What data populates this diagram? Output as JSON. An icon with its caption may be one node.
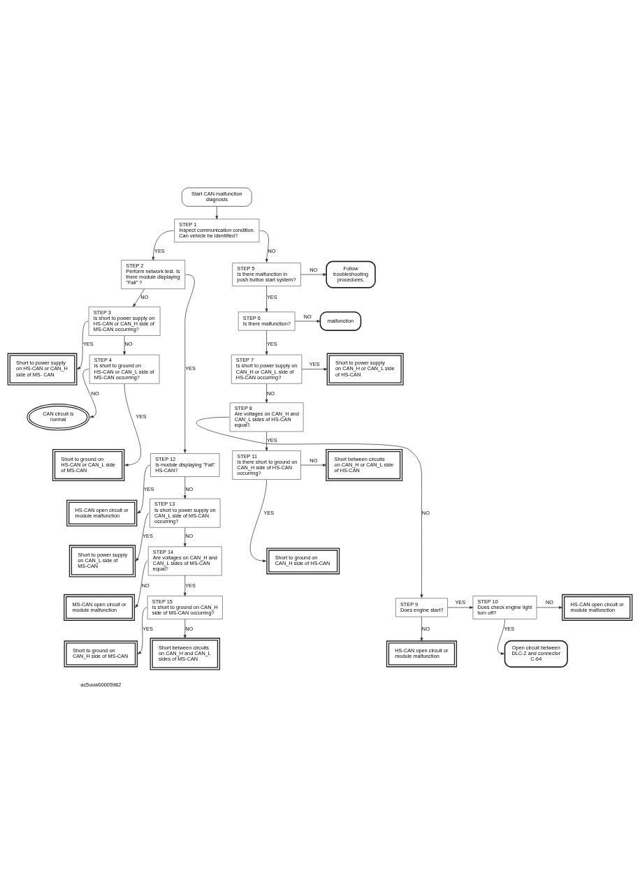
{
  "diagram": {
    "nodes": [
      {
        "text": [
          "Start CAN malfunction diagnosis"
        ]
      },
      {
        "text": [
          "STEP 1",
          "Inspect communication condition. Can vehicle be identified?"
        ]
      },
      {
        "text": [
          "STEP 2",
          "Perform network test. Is there module displaying \"Fail\" ?"
        ]
      },
      {
        "text": [
          "Short to power supply on HS-CAN or CAN_H side of MS- CAN"
        ]
      },
      {
        "text": [
          "STEP 3",
          "Is short to power supply on HS-CAN or CAN_H side of MS-CAN occurring?"
        ]
      },
      {
        "text": [
          "STEP 5",
          "Is there malfunction in push button start system?"
        ]
      },
      {
        "text": [
          "Follow troubleshooting procedures."
        ]
      },
      {
        "text": [
          "CAN circuit is normal"
        ]
      },
      {
        "text": [
          "STEP 4",
          "Is short to ground on HS-CAN or CAN_L side of MS-CAN occurring?"
        ]
      },
      {
        "text": [
          "STEP 6",
          "Is there malfunction?"
        ]
      },
      {
        "text": [
          "malfunction"
        ]
      },
      {
        "text": [
          "Short to ground on HS-CAN or CAN_L side of MS-CAN"
        ]
      },
      {
        "text": [
          "STEP 7",
          "Is short to power supply on CAN_H or CAN_L side of HS-CAN occurring?"
        ]
      },
      {
        "text": [
          "Short to power supply on CAN_H or CAN_L side of HS-CAN"
        ]
      },
      {
        "text": [
          "HS-CAN open circuit or module malfunction"
        ]
      },
      {
        "text": [
          "STEP 12",
          "Is module displaying \"Fail\" HS-CAN?"
        ]
      },
      {
        "text": [
          "STEP 8",
          "Are voltages on CAN_H and CAN_L sides of HS-CAN equal?"
        ]
      },
      {
        "text": [
          "Short to power supply on CAN_L side of MS-CAN"
        ]
      },
      {
        "text": [
          "STEP 13",
          "Is short to power supply on CAN_L side of MS-CAN occurring?"
        ]
      },
      {
        "text": [
          "STEP 11",
          "Is there short to ground on CAN_H side of HS-CAN occurring?"
        ]
      },
      {
        "text": [
          "Short between circuits on CAN_H or CAN_L side of HS-CAN"
        ]
      },
      {
        "text": [
          "Short to ground on CAN_H side of HS-CAN"
        ]
      },
      {
        "text": [
          "MS-CAN open circuit or module malfunction"
        ]
      },
      {
        "text": [
          "STEP 14",
          "Are voltages on CAN_H and CAN_L sides of MS-CAN equal?"
        ]
      },
      {
        "text": [
          "Short to ground on CAN_H side of MS-CAN"
        ]
      },
      {
        "text": [
          "STEP 15",
          "Is short to ground on CAN_H side of MS-CAN occurring?"
        ]
      },
      {
        "text": [
          "STEP 9",
          "Does engine start?"
        ]
      },
      {
        "text": [
          "STEP 10",
          "Does check engine light turn off?"
        ]
      },
      {
        "text": [
          "HS-CAN open circuit or module malfunction"
        ]
      },
      {
        "text": [
          "Open circuit between DLC-2 and connector C-64"
        ]
      },
      {
        "text": [
          "Short between circuits on CAN_H and CAN_L sides of MS-CAN"
        ]
      },
      {
        "text": [
          "HS-CAN open circuit or module malfunction"
        ]
      }
    ],
    "edges": [
      {
        "from": 0,
        "to": 1,
        "arrow": "to"
      },
      {
        "from": 1,
        "to": 2,
        "arrow": "to",
        "label": "YES"
      },
      {
        "from": 1,
        "to": 5,
        "arrow": "to",
        "label": "NO"
      },
      {
        "from": 2,
        "to": 15,
        "arrow": "to",
        "label": "YES"
      },
      {
        "from": 2,
        "to": 4,
        "arrow": "to",
        "label": "NO"
      },
      {
        "from": 4,
        "to": 3,
        "arrow": "to",
        "label": "YES"
      },
      {
        "from": 4,
        "to": 8,
        "arrow": "to",
        "label": "NO"
      },
      {
        "from": 8,
        "to": 7,
        "arrow": "to",
        "label": "NO"
      },
      {
        "from": 8,
        "to": 11,
        "arrow": "to",
        "label": "YES"
      },
      {
        "from": 5,
        "to": 6,
        "arrow": "to",
        "label": "NO"
      },
      {
        "from": 5,
        "to": 9,
        "arrow": "to",
        "label": "YES"
      },
      {
        "from": 9,
        "to": 10,
        "arrow": "to",
        "label": "NO"
      },
      {
        "from": 9,
        "to": 12,
        "arrow": "to",
        "label": "YES"
      },
      {
        "from": 12,
        "to": 13,
        "arrow": "to",
        "label": "YES"
      },
      {
        "from": 12,
        "to": 16,
        "arrow": "to",
        "label": "NO"
      },
      {
        "from": 16,
        "to": 26,
        "arrow": "to",
        "label": "NO"
      },
      {
        "from": 16,
        "to": 19,
        "arrow": "to",
        "label": "YES"
      },
      {
        "from": 19,
        "to": 20,
        "arrow": "to",
        "label": "NO"
      },
      {
        "from": 19,
        "to": 21,
        "arrow": "to",
        "label": "YES"
      },
      {
        "from": 15,
        "to": 14,
        "arrow": "to",
        "label": "YES"
      },
      {
        "from": 15,
        "to": 18,
        "arrow": "to",
        "label": "NO"
      },
      {
        "from": 18,
        "to": 17,
        "arrow": "to",
        "label": "YES"
      },
      {
        "from": 18,
        "to": 23,
        "arrow": "to",
        "label": "NO"
      },
      {
        "from": 23,
        "to": 22,
        "arrow": "to",
        "label": "NO"
      },
      {
        "from": 23,
        "to": 25,
        "arrow": "to",
        "label": "YES"
      },
      {
        "from": 25,
        "to": 24,
        "arrow": "to",
        "label": "YES"
      },
      {
        "from": 25,
        "to": 30,
        "arrow": "to",
        "label": "NO"
      },
      {
        "from": 26,
        "to": 27,
        "arrow": "to",
        "label": "YES"
      },
      {
        "from": 26,
        "to": 31,
        "arrow": "to",
        "label": "NO"
      },
      {
        "from": 27,
        "to": 28,
        "arrow": "to",
        "label": "NO"
      },
      {
        "from": 27,
        "to": 29,
        "arrow": "to",
        "label": "YES"
      }
    ],
    "labels": [
      "ac5uuw00005982"
    ]
  }
}
